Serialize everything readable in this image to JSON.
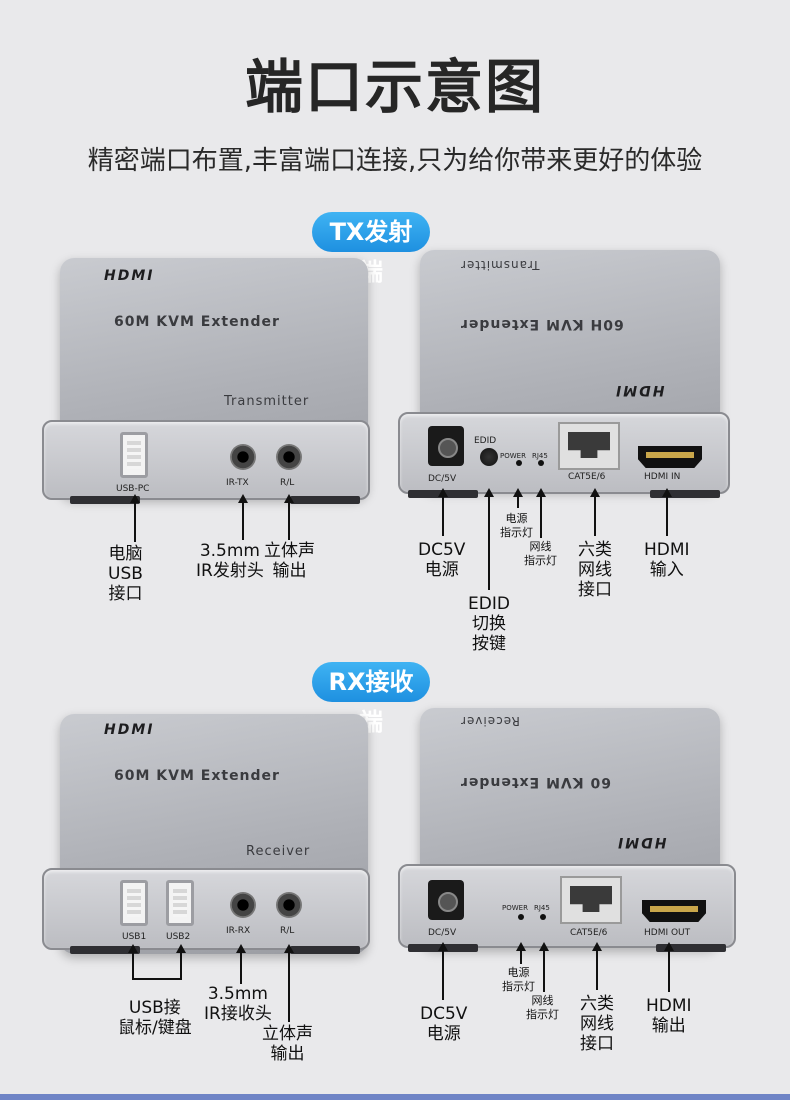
{
  "title": "端口示意图",
  "subtitle": "精密端口布置,丰富端口连接,只为给你带来更好的体验",
  "tx": {
    "section_label": "TX发射端",
    "left": {
      "logo": "HDMI",
      "model": "60M KVM Extender",
      "role": "Transmitter",
      "port_labels": [
        "USB-PC",
        "IR-TX",
        "R/L"
      ],
      "annotations": [
        "电脑\nUSB\n接口",
        "3.5mm\nIR发射头",
        "立体声\n输出"
      ]
    },
    "right": {
      "logo": "HDMI",
      "model": "60H KVM Extender",
      "role": "Transmitter",
      "port_labels": [
        "DC/5V",
        "EDID",
        "POWER",
        "RJ45",
        "CAT5E/6",
        "HDMI IN"
      ],
      "annotations": [
        "DC5V\n电源",
        "电源\n指示灯",
        "网线\n指示灯",
        "六类\n网线\n接口",
        "HDMI\n输入",
        "EDID\n切换\n按键"
      ]
    }
  },
  "rx": {
    "section_label": "RX接收端",
    "left": {
      "logo": "HDMI",
      "model": "60M KVM Extender",
      "role": "Receiver",
      "port_labels": [
        "USB1",
        "USB2",
        "IR-RX",
        "R/L"
      ],
      "annotations": [
        "USB接\n鼠标/键盘",
        "3.5mm\nIR接收头",
        "立体声\n输出"
      ]
    },
    "right": {
      "logo": "HDMI",
      "model": "60 KVM Extender",
      "role": "Receiver",
      "port_labels": [
        "DC/5V",
        "POWER",
        "RJ45",
        "CAT5E/6",
        "HDMI OUT"
      ],
      "annotations": [
        "DC5V\n电源",
        "电源\n指示灯",
        "网线\n指示灯",
        "六类\n网线\n接口",
        "HDMI\n输出"
      ]
    }
  }
}
